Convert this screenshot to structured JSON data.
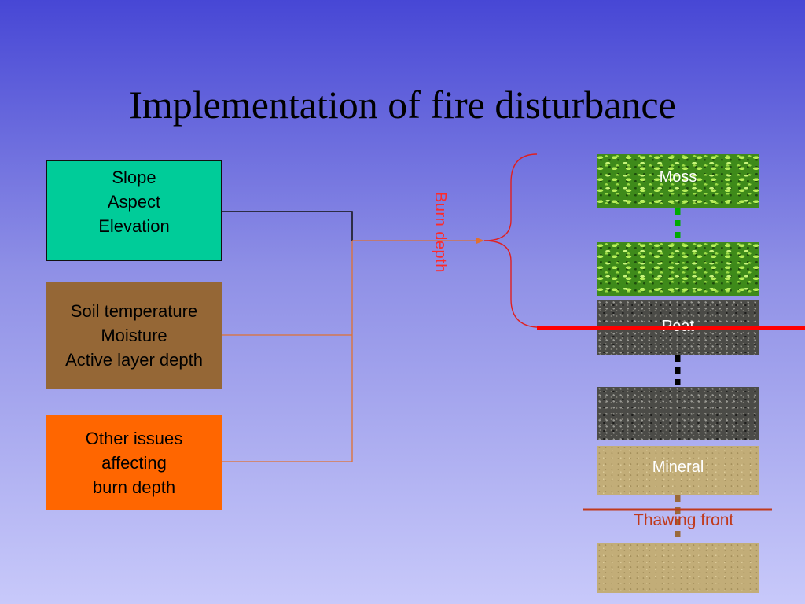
{
  "title": "Implementation of fire disturbance",
  "boxes": {
    "topography": {
      "lines": [
        "Slope",
        "Aspect",
        "Elevation"
      ],
      "color": "#00cc99"
    },
    "soil": {
      "lines": [
        "Soil temperature",
        "Moisture",
        "Active layer depth"
      ],
      "color": "#956736"
    },
    "other": {
      "lines": [
        "Other issues",
        "affecting",
        "burn depth"
      ],
      "color": "#ff6600"
    }
  },
  "burn_depth_label": "Burn depth",
  "layers": {
    "moss": "Moss",
    "peat": "Peat",
    "mineral": "Mineral"
  },
  "thawing_front_label": "Thawing front",
  "colors": {
    "connector": "#e07030",
    "burn_line": "#ff0000",
    "thaw_line": "#c0391b",
    "moss_dots": "#00aa00",
    "peat_dots": "#000000",
    "mineral_dots": "#9a6a3a"
  }
}
